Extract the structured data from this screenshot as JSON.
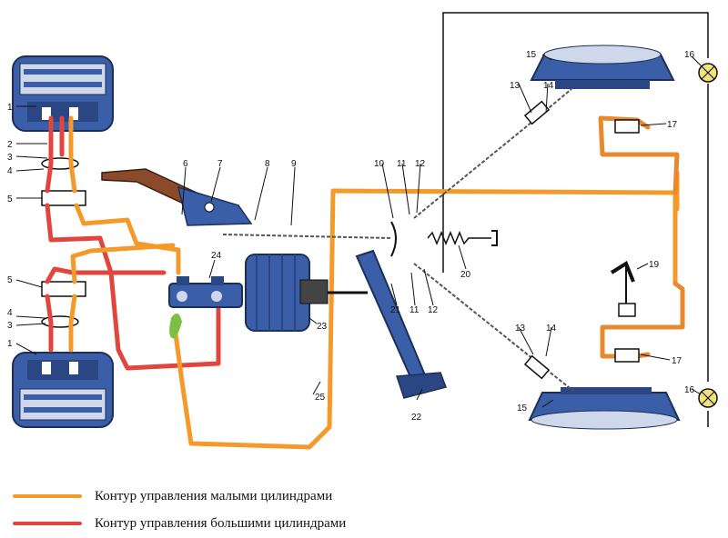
{
  "legend": {
    "items": [
      {
        "label": "Контур управления малыми цилиндрами",
        "color": "#F39A2A"
      },
      {
        "label": "Контур управления большими цилиндрами",
        "color": "#E2453E"
      }
    ]
  },
  "labels": {
    "n1": "1",
    "n2": "2",
    "n3": "3",
    "n4": "4",
    "n5": "5",
    "n6": "6",
    "n7": "7",
    "n8": "8",
    "n9": "9",
    "n10": "10",
    "n11": "11",
    "n12": "12",
    "n13": "13",
    "n14": "14",
    "n15": "15",
    "n16": "16",
    "n17": "17",
    "n19": "19",
    "n20": "20",
    "n21": "21",
    "n22": "22",
    "n23": "23",
    "n24": "24",
    "n25": "25"
  },
  "colors": {
    "orange_line": "#F39A2A",
    "red_line": "#E2453E",
    "pipe_orange": "#E8892E",
    "blue_part": "#3A5FA8",
    "green_mark": "#7BC043",
    "lamp": "#F2E37A"
  }
}
